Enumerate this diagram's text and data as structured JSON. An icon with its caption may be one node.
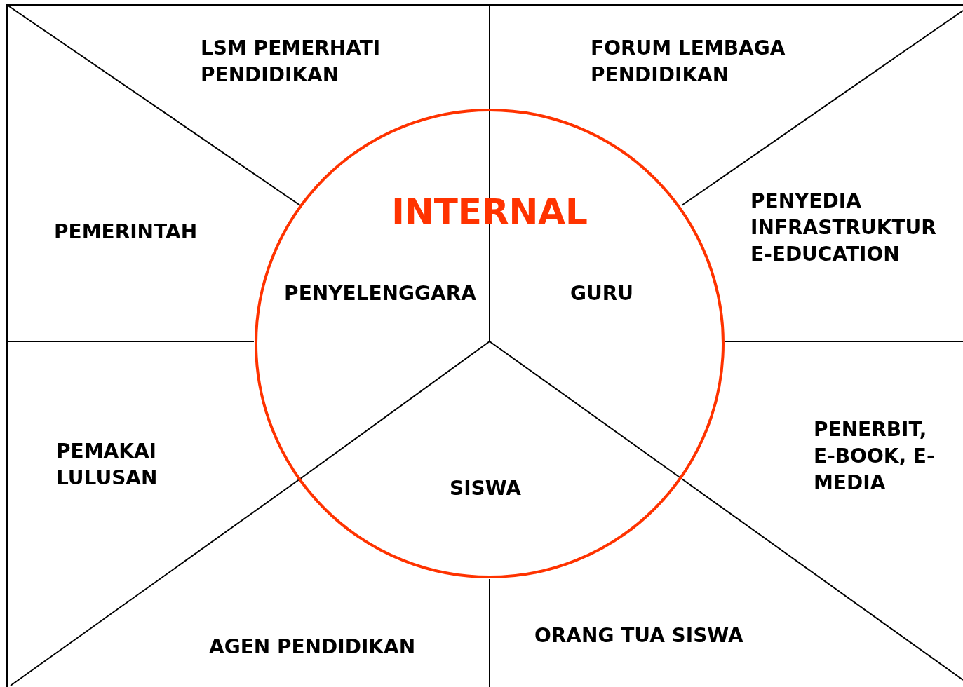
{
  "diagram": {
    "nodes": [
      {
        "text": [
          "INTERNAL"
        ]
      },
      {
        "text": [
          "PENYELENGGARA"
        ],
        "in": 0
      },
      {
        "text": [
          "GURU"
        ],
        "in": 0
      },
      {
        "text": [
          "SISWA"
        ],
        "in": 0
      },
      {
        "text": [
          "LSM PEMERHATI PENDIDIKAN"
        ]
      },
      {
        "text": [
          "FORUM LEMBAGA PENDIDIKAN"
        ]
      },
      {
        "text": [
          "PEMERINTAH"
        ]
      },
      {
        "text": [
          "PENYEDIA INFRASTRUKTUR E-EDUCATION"
        ]
      },
      {
        "text": [
          "PEMAKAI LULUSAN"
        ]
      },
      {
        "text": [
          "PENERBIT, E-BOOK, E-MEDIA"
        ]
      },
      {
        "text": [
          "AGEN PENDIDIKAN"
        ]
      },
      {
        "text": [
          "ORANG TUA SISWA"
        ]
      }
    ]
  }
}
